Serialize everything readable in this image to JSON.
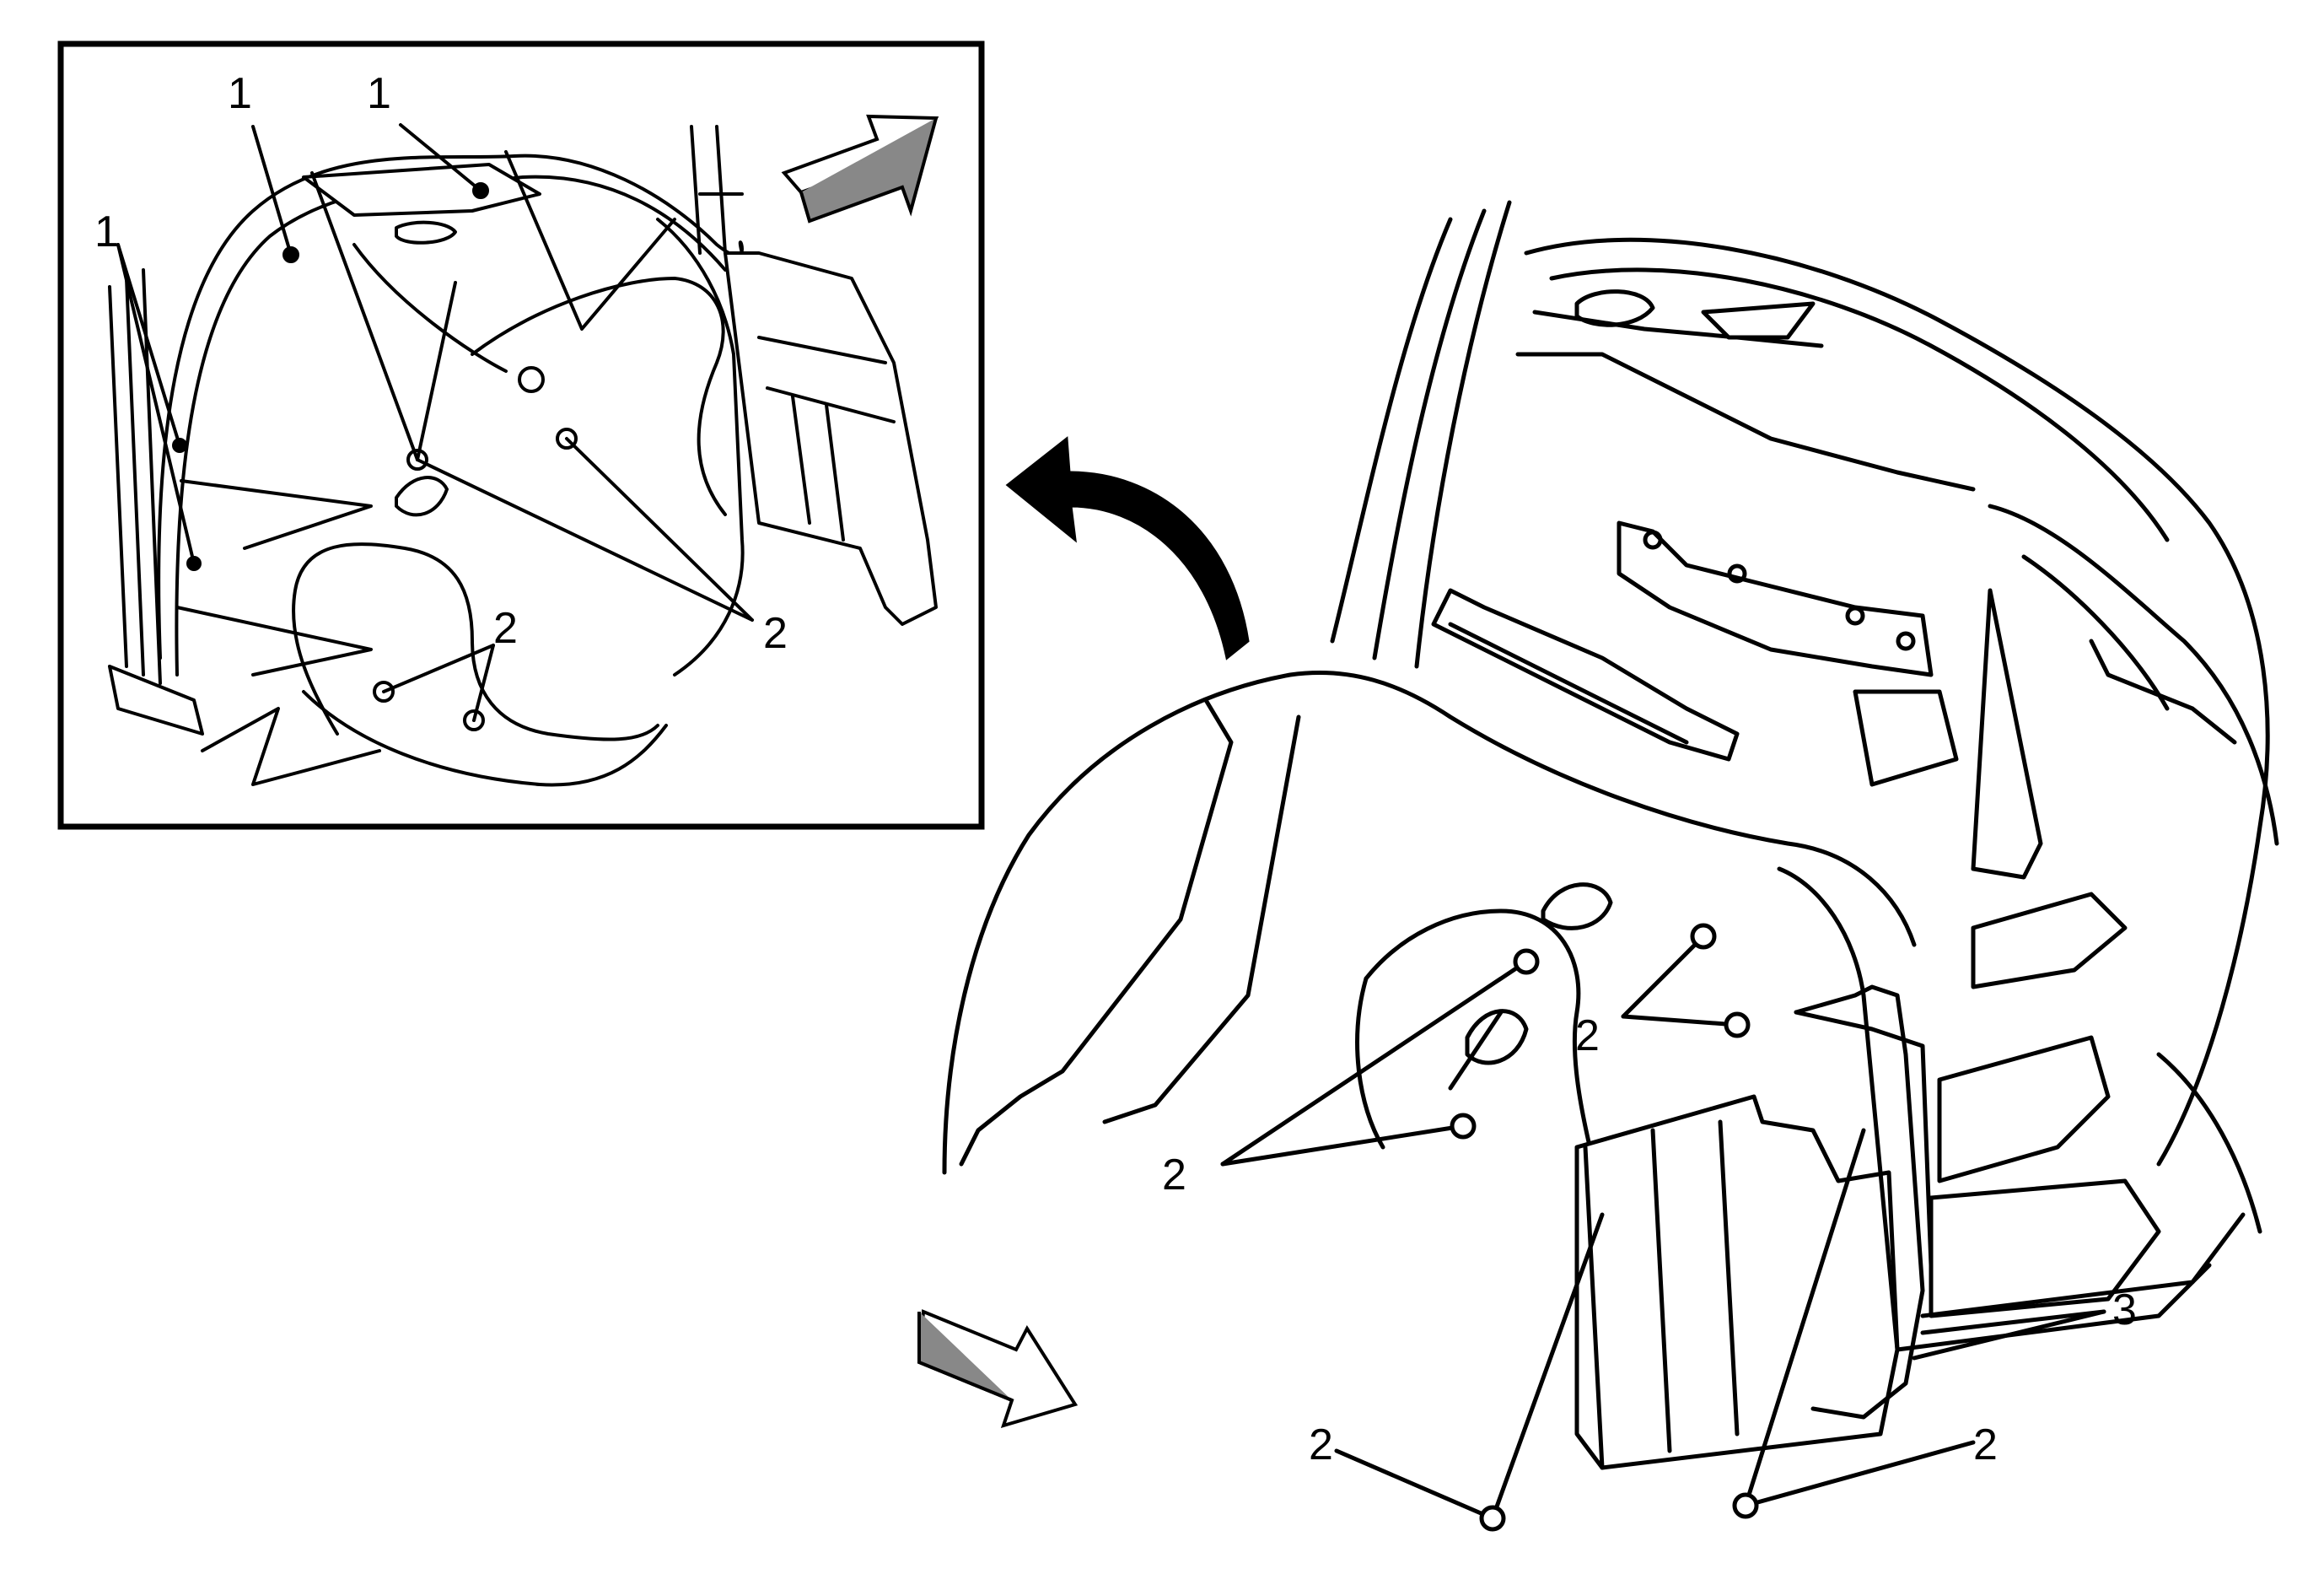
{
  "colors": {
    "ink": "#000000",
    "paper": "#ffffff"
  },
  "detail_inset": {
    "callouts": [
      {
        "id": "inset-1a",
        "label": "1"
      },
      {
        "id": "inset-1b",
        "label": "1"
      },
      {
        "id": "inset-1c",
        "label": "1"
      },
      {
        "id": "inset-2a",
        "label": "2"
      },
      {
        "id": "inset-2b",
        "label": "2"
      }
    ]
  },
  "main_view": {
    "callouts": [
      {
        "id": "main-2a",
        "label": "2"
      },
      {
        "id": "main-2b",
        "label": "2"
      },
      {
        "id": "main-2c",
        "label": "2"
      },
      {
        "id": "main-2d",
        "label": "2"
      },
      {
        "id": "main-3",
        "label": "3"
      }
    ]
  },
  "icons": {
    "forward_arrow_inset": "direction-arrow-icon",
    "forward_arrow_main": "direction-arrow-icon",
    "detail_pointer": "curved-arrow-icon"
  }
}
